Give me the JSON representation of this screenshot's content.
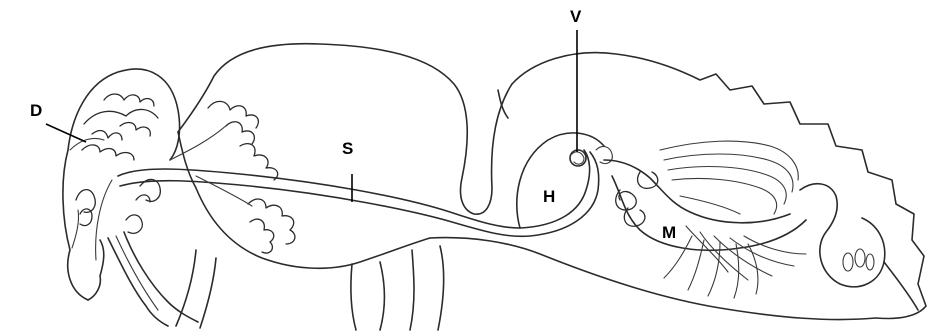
{
  "labels": {
    "d": "D",
    "v": "V",
    "s": "S",
    "h": "H",
    "m": "M"
  },
  "colors": {
    "line": "#2b2b2b",
    "background": "#ffffff"
  }
}
